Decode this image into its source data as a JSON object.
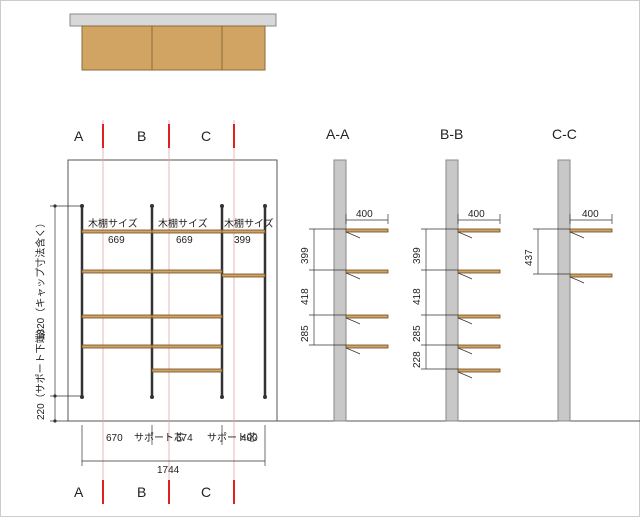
{
  "section_marks": {
    "a": "A",
    "b": "B",
    "c": "C"
  },
  "section_titles": {
    "aa": "A-A",
    "bb": "B-B",
    "cc": "C-C"
  },
  "front": {
    "shelf_labels": [
      "木棚サイズ",
      "木棚サイズ",
      "木棚サイズ"
    ],
    "shelf_sizes": [
      "669",
      "669",
      "399"
    ],
    "height_label": "1820（キャップ寸法含く）",
    "bottom_label": "220（サポート下端）",
    "bottom_dims": [
      "670",
      "674",
      "400"
    ],
    "support_labels": [
      "サポート芯",
      "サポート芯"
    ],
    "total_width": "1744"
  },
  "side_aa": {
    "depth": "400",
    "spacings": [
      "399",
      "418",
      "285"
    ]
  },
  "side_bb": {
    "depth": "400",
    "spacings": [
      "399",
      "418",
      "285",
      "228"
    ]
  },
  "side_cc": {
    "depth": "400",
    "spacings": [
      "437"
    ]
  },
  "colors": {
    "wood": "#d2a464",
    "wall": "#c8c8c8",
    "line": "#333333",
    "section_red": "#e02020",
    "guide": "#e0a0a0"
  }
}
